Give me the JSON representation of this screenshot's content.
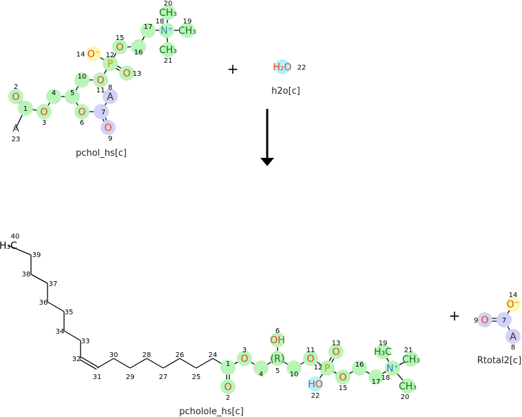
{
  "colors": {
    "green": "#b9f5b9",
    "blue": "#d2d2f7",
    "yellow": "#fafab0",
    "cyan": "#b0f3fa",
    "O": "#e0461f",
    "N": "#3a80d0",
    "P": "#c79a00",
    "C": "#1e6b1e",
    "A": "#333333"
  },
  "reaction": {
    "reactants": [
      {
        "name": "pchol_hs[c]",
        "atoms": [
          {
            "n": "1",
            "sym": "",
            "hl": "green"
          },
          {
            "n": "2",
            "sym": "O",
            "hl": "green"
          },
          {
            "n": "3",
            "sym": "O",
            "hl": "green"
          },
          {
            "n": "4",
            "sym": "",
            "hl": "green"
          },
          {
            "n": "5",
            "sym": "",
            "hl": "green"
          },
          {
            "n": "6",
            "sym": "O",
            "hl": "green"
          },
          {
            "n": "7",
            "sym": "",
            "hl": "blue"
          },
          {
            "n": "8",
            "sym": "A",
            "hl": "blue"
          },
          {
            "n": "9",
            "sym": "O",
            "hl": "blue"
          },
          {
            "n": "10",
            "sym": "",
            "hl": "green"
          },
          {
            "n": "11",
            "sym": "O",
            "hl": "green"
          },
          {
            "n": "12",
            "sym": "P",
            "hl": "green"
          },
          {
            "n": "13",
            "sym": "O",
            "hl": "green"
          },
          {
            "n": "14",
            "sym": "O⁻",
            "hl": "yellow"
          },
          {
            "n": "15",
            "sym": "O",
            "hl": "green"
          },
          {
            "n": "16",
            "sym": "",
            "hl": "green"
          },
          {
            "n": "17",
            "sym": "",
            "hl": "green"
          },
          {
            "n": "18",
            "sym": "N⁺",
            "hl": "green"
          },
          {
            "n": "19",
            "sym": "CH₃",
            "hl": "green"
          },
          {
            "n": "20",
            "sym": "CH₃",
            "hl": "green"
          },
          {
            "n": "21",
            "sym": "CH₃",
            "hl": "green"
          },
          {
            "n": "23",
            "sym": "A",
            "hl": ""
          }
        ]
      },
      {
        "name": "h2o[c]",
        "atoms": [
          {
            "n": "22",
            "sym": "H₂O",
            "hl": "cyan"
          }
        ]
      }
    ],
    "products": [
      {
        "name": "pcholole_hs[c]",
        "atoms": [
          {
            "n": "1",
            "sym": "",
            "hl": "green"
          },
          {
            "n": "2",
            "sym": "O",
            "hl": "green"
          },
          {
            "n": "3",
            "sym": "O",
            "hl": "green"
          },
          {
            "n": "4",
            "sym": "",
            "hl": "green"
          },
          {
            "n": "5",
            "sym": "(R)",
            "hl": "green"
          },
          {
            "n": "6",
            "sym": "OH",
            "hl": "green"
          },
          {
            "n": "10",
            "sym": "",
            "hl": "green"
          },
          {
            "n": "11",
            "sym": "O",
            "hl": "green"
          },
          {
            "n": "12",
            "sym": "P",
            "hl": "green"
          },
          {
            "n": "13",
            "sym": "O",
            "hl": "green"
          },
          {
            "n": "15",
            "sym": "O",
            "hl": "green"
          },
          {
            "n": "16",
            "sym": "",
            "hl": "green"
          },
          {
            "n": "17",
            "sym": "",
            "hl": "green"
          },
          {
            "n": "18",
            "sym": "N⁺",
            "hl": "green"
          },
          {
            "n": "19",
            "sym": "H₃C",
            "hl": "green"
          },
          {
            "n": "20",
            "sym": "CH₃",
            "hl": "green"
          },
          {
            "n": "21",
            "sym": "CH₃",
            "hl": "green"
          },
          {
            "n": "22",
            "sym": "HO",
            "hl": "cyan"
          },
          {
            "n": "24",
            "sym": "",
            "hl": ""
          },
          {
            "n": "25",
            "sym": "",
            "hl": ""
          },
          {
            "n": "26",
            "sym": "",
            "hl": ""
          },
          {
            "n": "27",
            "sym": "",
            "hl": ""
          },
          {
            "n": "28",
            "sym": "",
            "hl": ""
          },
          {
            "n": "29",
            "sym": "",
            "hl": ""
          },
          {
            "n": "30",
            "sym": "",
            "hl": ""
          },
          {
            "n": "31",
            "sym": "",
            "hl": ""
          },
          {
            "n": "32",
            "sym": "",
            "hl": ""
          },
          {
            "n": "33",
            "sym": "",
            "hl": ""
          },
          {
            "n": "34",
            "sym": "",
            "hl": ""
          },
          {
            "n": "35",
            "sym": "",
            "hl": ""
          },
          {
            "n": "36",
            "sym": "",
            "hl": ""
          },
          {
            "n": "37",
            "sym": "",
            "hl": ""
          },
          {
            "n": "38",
            "sym": "",
            "hl": ""
          },
          {
            "n": "39",
            "sym": "",
            "hl": ""
          },
          {
            "n": "40",
            "sym": "H₃C",
            "hl": ""
          }
        ]
      },
      {
        "name": "Rtotal2[c]",
        "atoms": [
          {
            "n": "9",
            "sym": "O",
            "hl": "blue"
          },
          {
            "n": "7",
            "sym": "",
            "hl": "blue"
          },
          {
            "n": "14",
            "sym": "O⁻",
            "hl": "yellow"
          },
          {
            "n": "8",
            "sym": "A",
            "hl": "blue"
          }
        ]
      }
    ],
    "plus_sign": "+"
  }
}
